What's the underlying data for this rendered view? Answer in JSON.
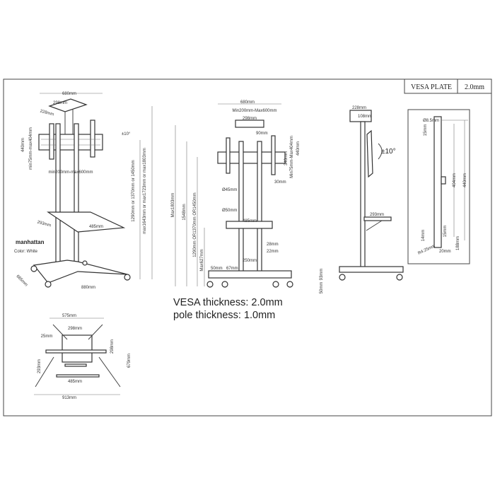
{
  "table": {
    "name": "VESA PLATE",
    "value": "2.0mm"
  },
  "front_view": {
    "width": "680mm",
    "plate_width": "298mm",
    "plate_depth": "228mm",
    "height_440": "440mm",
    "vesa_vertical": "min75mm-max404mm",
    "tilt": "±10°",
    "vesa_horizontal": "min200mm-max600mm",
    "height_options": "1290mm or 1370mm or 1450mm",
    "max_height_options": "max1643mm or max1723mm or max1803mm",
    "shelf_depth": "293mm",
    "shelf_width": "485mm",
    "base_depth": "665mm",
    "base_width": "880mm",
    "brand": "manhattan",
    "color": "Color: White"
  },
  "center_view": {
    "width": "680mm",
    "vesa_horizontal": "Min200mm-Max600mm",
    "plate_width": "298mm",
    "gap": "90mm",
    "inner": "340mm",
    "vesa_vertical": "Min75mm-Max404mm",
    "height_440": "440mm",
    "bracket": "30mm",
    "pole_top": "Ø45mm",
    "pole_bottom": "Ø50mm",
    "shelf_width": "485mm",
    "hole_28": "28mm",
    "hole_22": "22mm",
    "base_inner": "250mm",
    "wheel": "50mm",
    "wheel_gap": "67mm",
    "max_height": "Max1803mm",
    "h1548": "1548mm",
    "height_options": "1290mm OR1370mm OR1450mm",
    "shelf_height": "Max627mm"
  },
  "side_view": {
    "plate_depth": "228mm",
    "inner": "108mm",
    "tilt": "±10°",
    "shelf": "293mm",
    "base_h": "93mm",
    "wheel": "50mm"
  },
  "vesa_plate": {
    "hole": "Ø8.5mm",
    "top": "15mm",
    "h404": "404mm",
    "h440": "440mm",
    "b14": "14mm",
    "b15": "15mm",
    "b188": "188mm",
    "radius": "R4.25mm",
    "w20": "20mm"
  },
  "notes": {
    "vesa_thickness": "VESA thickness: 2.0mm",
    "pole_thickness": "pole thickness: 1.0mm"
  },
  "top_view": {
    "span": "575mm",
    "plate": "298mm",
    "arm": "25mm",
    "plate_v": "298mm",
    "shelf_v": "293mm",
    "total_v": "679mm",
    "shelf": "485mm",
    "base": "913mm"
  }
}
